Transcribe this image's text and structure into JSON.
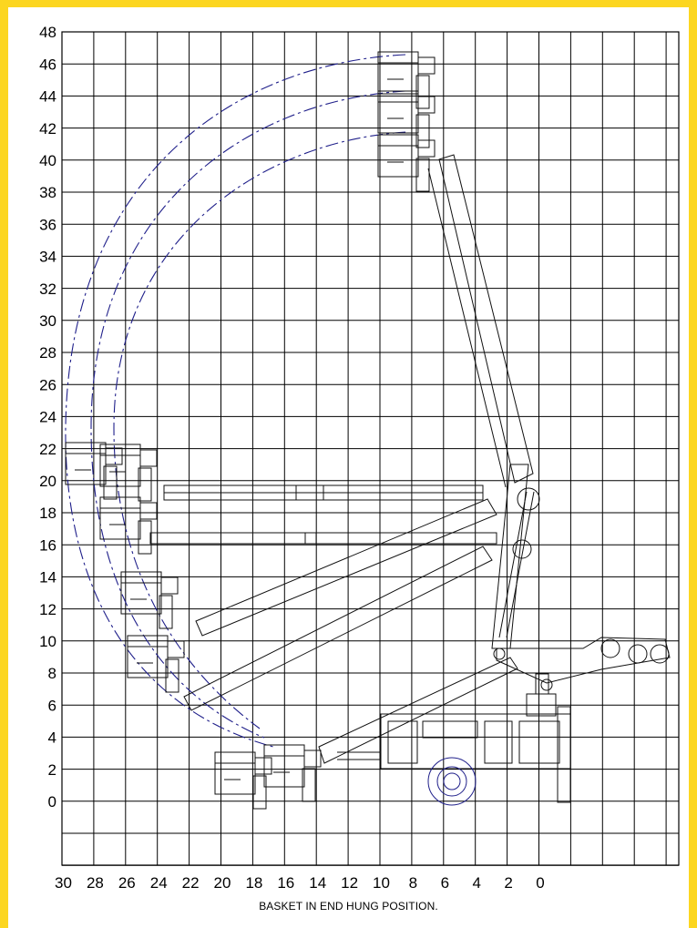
{
  "colors": {
    "border": "#fcd620",
    "grid": "#000000",
    "reach": "#1f1f8a",
    "machine": "#111111"
  },
  "axes": {
    "y_ticks": [
      "0",
      "2",
      "4",
      "6",
      "8",
      "10",
      "12",
      "14",
      "16",
      "18",
      "20",
      "22",
      "24",
      "26",
      "28",
      "30",
      "32",
      "34",
      "36",
      "38",
      "40",
      "42",
      "44",
      "46",
      "48"
    ],
    "x_ticks": [
      "30",
      "28",
      "26",
      "24",
      "22",
      "20",
      "18",
      "16",
      "14",
      "12",
      "10",
      "8",
      "6",
      "4",
      "2",
      "0"
    ]
  },
  "caption": "BASKET IN END HUNG POSITION."
}
